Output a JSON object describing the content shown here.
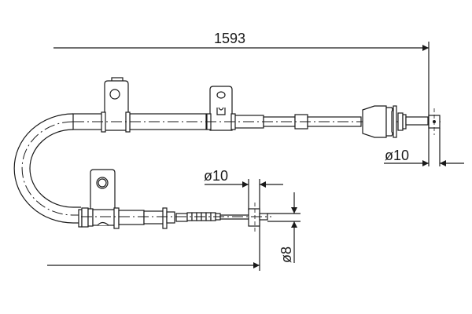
{
  "drawing": {
    "type": "brake cable technical drawing",
    "dimensions": {
      "overall_length": "1593",
      "right_end_diameter": "ø10",
      "left_end_diameter": "ø10",
      "left_end_pin_diameter": "ø8"
    }
  },
  "colors": {
    "line": "#1a1a1a",
    "background": "#ffffff"
  }
}
